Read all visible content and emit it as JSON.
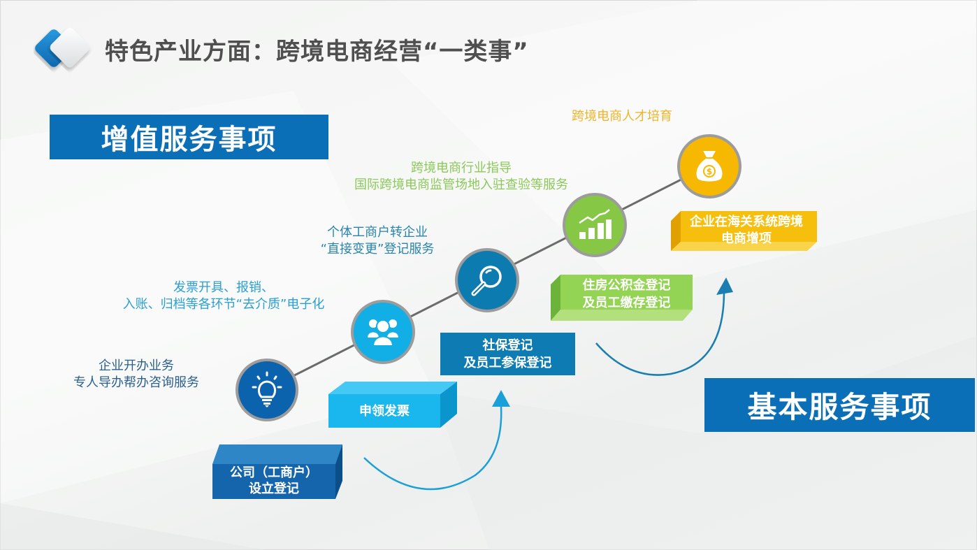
{
  "title": "特色产业方面：跨境电商经营“一类事”",
  "banners": {
    "value_added": "增值服务事项",
    "basic": "基本服务事项"
  },
  "steps": [
    {
      "icon": "lightbulb-icon",
      "circle_color": "#0b62ad",
      "description": [
        "企业开办业务",
        "专人导办帮办咨询服务"
      ],
      "description_color": "#2a5f8e",
      "basic_item": [
        "公司（工商户）",
        "设立登记"
      ],
      "basic_item_color": "#1565ad"
    },
    {
      "icon": "people-icon",
      "circle_color": "#12aee6",
      "description": [
        "发票开具、报销、",
        "入账、归档等各环节“去介质”电子化"
      ],
      "description_color": "#2a9fd3",
      "basic_item": [
        "申领发票"
      ],
      "basic_item_color": "#1ab7ef"
    },
    {
      "icon": "magnifier-icon",
      "circle_color": "#0c7bb0",
      "description": [
        "个体工商户转企业",
        "“直接变更”登记服务"
      ],
      "description_color": "#2a84ac",
      "basic_item": [
        "社保登记",
        "及员工参保登记"
      ],
      "basic_item_color": "#0e7cb3"
    },
    {
      "icon": "growth-chart-icon",
      "circle_color": "#86c846",
      "description": [
        "跨境电商行业指导",
        "国际跨境电商监管场地入驻查验等服务"
      ],
      "description_color": "#8cc85a",
      "basic_item": [
        "住房公积金登记",
        "及员工缴存登记"
      ],
      "basic_item_color": "#8ed14f"
    },
    {
      "icon": "money-bag-icon",
      "circle_color": "#f6b800",
      "description": [
        "跨境电商人才培育"
      ],
      "description_color": "#f0b429",
      "basic_item": [
        "企业在海关系统跨境",
        "电商增项"
      ],
      "basic_item_color": "#f6bf0e"
    }
  ],
  "colors": {
    "title": "#4f4f4f",
    "banner": "#0b6fb8",
    "connector_line": "#6b6b6b",
    "circle_border": "#9c9c9c"
  }
}
